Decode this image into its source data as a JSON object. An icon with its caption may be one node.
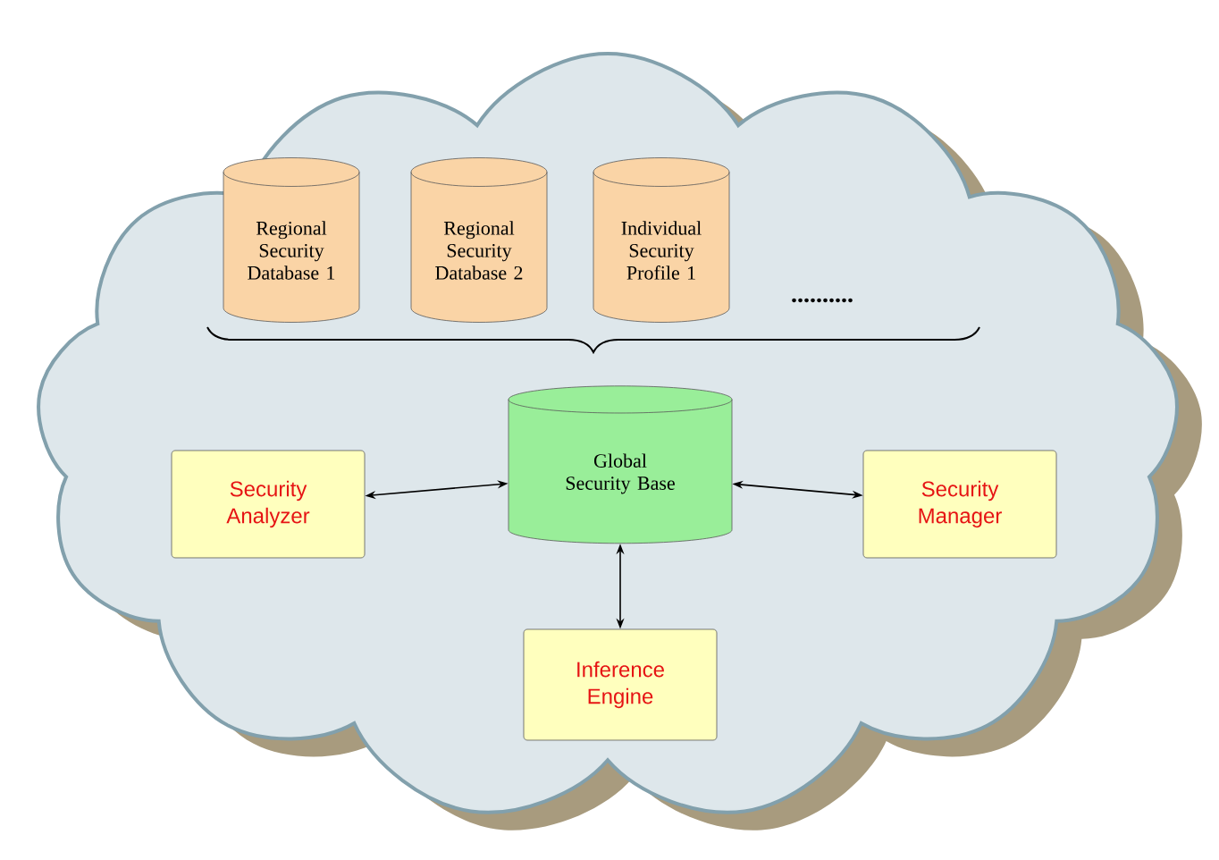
{
  "diagram": {
    "nodes": [
      {
        "text": [],
        "shape": "cloud"
      },
      {
        "text": [
          "Regional Security Database 1"
        ],
        "in": 0
      },
      {
        "text": [
          "Regional Security Database 2"
        ],
        "in": 0
      },
      {
        "text": [
          "Individual Security Profile 1"
        ],
        "in": 0
      },
      {
        "text": [
          "Global Security Base"
        ],
        "in": 0
      },
      {
        "text": [
          "Security Analyzer"
        ],
        "in": 0
      },
      {
        "text": [
          "Security Manager"
        ],
        "in": 0
      },
      {
        "text": [
          "Inference Engine"
        ],
        "in": 0
      }
    ],
    "edges": [
      {
        "from": 5,
        "to": 4,
        "arrow": "both"
      },
      {
        "from": 4,
        "to": 6,
        "arrow": "both"
      },
      {
        "from": 4,
        "to": 7,
        "arrow": "both"
      }
    ],
    "labels": [
      ".........."
    ]
  }
}
